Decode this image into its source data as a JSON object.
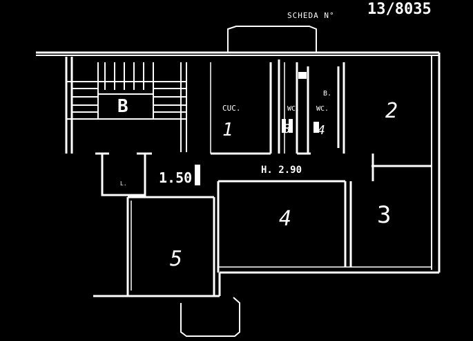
{
  "header": {
    "scheda_label": "SCHEDA N°",
    "scheda_number": "13/8035"
  },
  "rooms": {
    "kitchen_label": "CUC.",
    "kitchen_number": "1",
    "bath1_label": "WC.",
    "bath1_number": "8",
    "bath2_label": "WC.",
    "bath2_number": "4",
    "b_label": "B.",
    "room2_number": "2",
    "room3_number": "3",
    "room4_number": "4",
    "room5_number": "5",
    "stair_label": "B",
    "landing_label": "L.",
    "entry_number": "1.50"
  },
  "annotations": {
    "height": "H. 2.90"
  },
  "colors": {
    "background": "#000000",
    "ink": "#ffffff"
  }
}
